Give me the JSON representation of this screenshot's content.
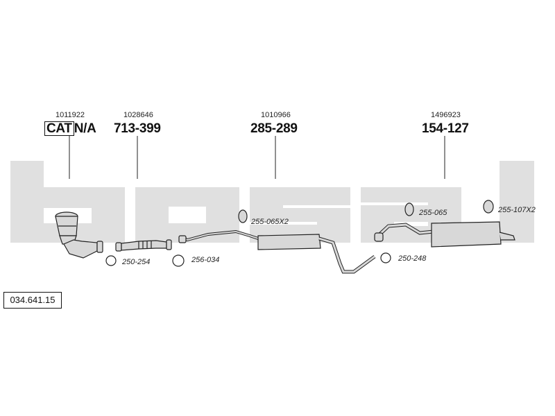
{
  "watermark": {
    "text": "bosal",
    "color": "#e0e0e0"
  },
  "diagram_code": "034.641.15",
  "parts": [
    {
      "ref": "1011922",
      "badge": "CAT",
      "number": "N/A"
    },
    {
      "ref": "1028646",
      "number": "713-399"
    },
    {
      "ref": "1010966",
      "number": "285-289"
    },
    {
      "ref": "1496923",
      "number": "154-127"
    }
  ],
  "accessories": [
    {
      "label": "250-254"
    },
    {
      "label": "256-034"
    },
    {
      "label": "255-065X2"
    },
    {
      "label": "250-248"
    },
    {
      "label": "255-065"
    },
    {
      "label": "255-107X2"
    }
  ],
  "colors": {
    "line": "#222222",
    "part_fill": "#d8d8d8"
  }
}
